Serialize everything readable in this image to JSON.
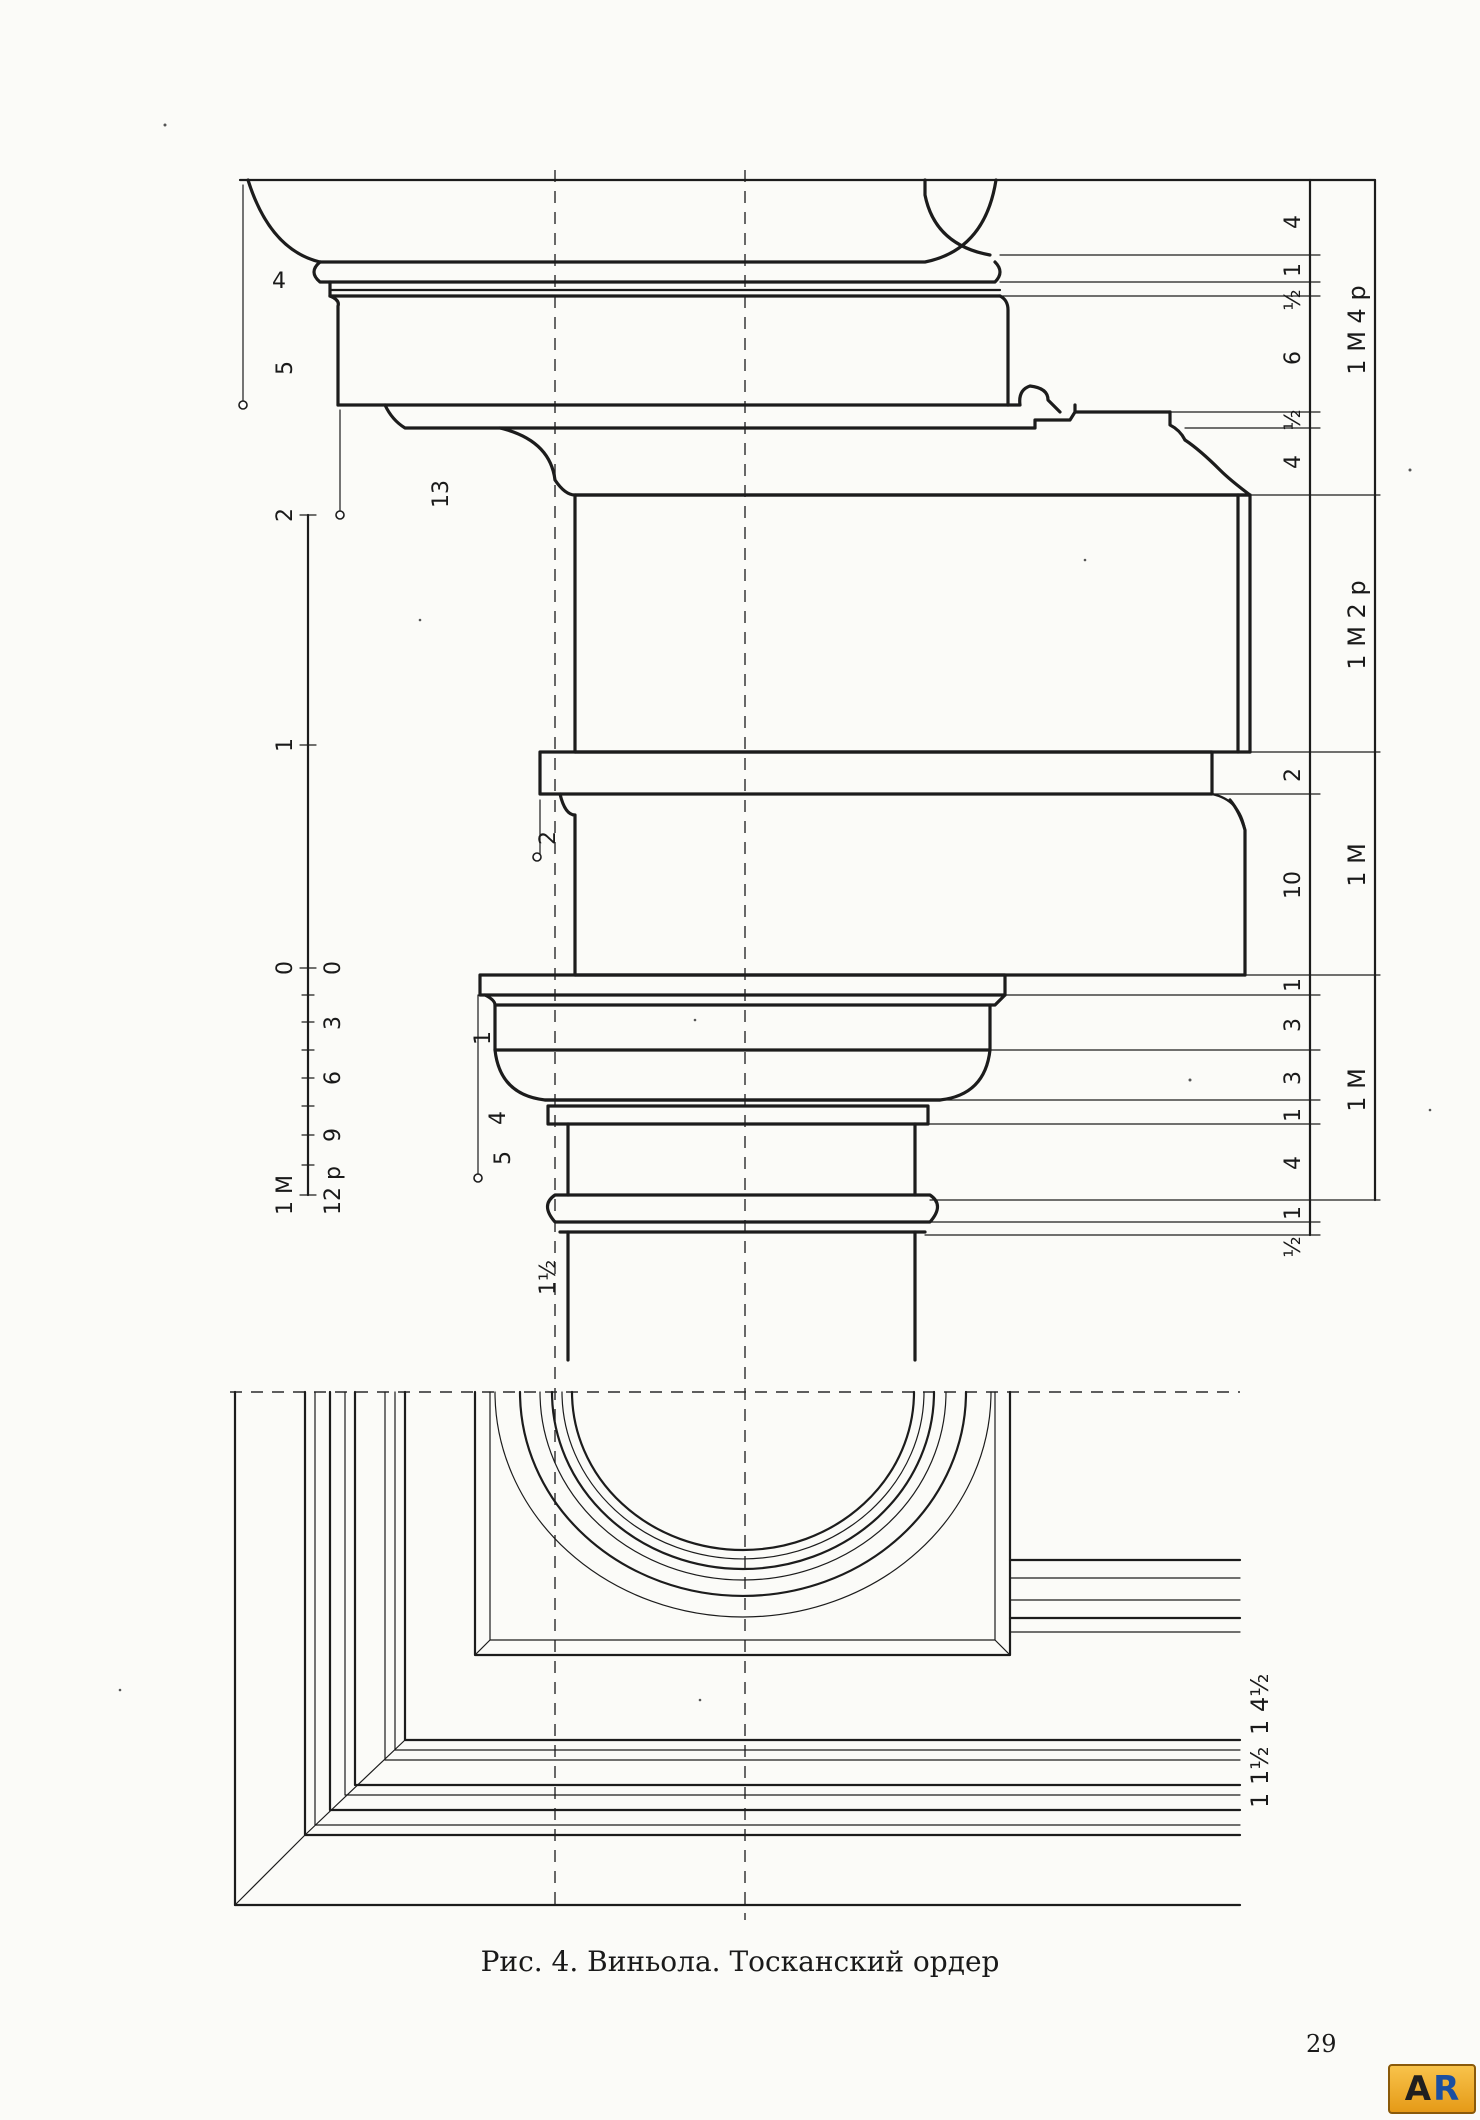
{
  "caption": "Рис. 4. Виньола. Тосканский ордер",
  "page_number": "29",
  "badge": {
    "left": "A",
    "right": "R"
  },
  "labels": {
    "right_sub": [
      {
        "id": "sub-4-top",
        "text": "4"
      },
      {
        "id": "sub-1-a",
        "text": "1"
      },
      {
        "id": "sub-half-a",
        "text": "½"
      },
      {
        "id": "sub-6",
        "text": "6"
      },
      {
        "id": "sub-half-b",
        "text": "½"
      },
      {
        "id": "sub-4-b",
        "text": "4"
      },
      {
        "id": "sub-2",
        "text": "2"
      },
      {
        "id": "sub-10",
        "text": "10"
      },
      {
        "id": "sub-1-b",
        "text": "1"
      },
      {
        "id": "sub-3-a",
        "text": "3"
      },
      {
        "id": "sub-3-b",
        "text": "3"
      },
      {
        "id": "sub-1-c",
        "text": "1"
      },
      {
        "id": "sub-4-c",
        "text": "4"
      },
      {
        "id": "sub-1-d",
        "text": "1"
      },
      {
        "id": "sub-half-c",
        "text": "½"
      }
    ],
    "right_main": [
      {
        "id": "main-1m4p",
        "text": "1 М 4 р"
      },
      {
        "id": "main-1m2p",
        "text": "1 М 2 р"
      },
      {
        "id": "main-1m-a",
        "text": "1 М"
      },
      {
        "id": "main-1m-b",
        "text": "1 М"
      }
    ],
    "left": [
      {
        "id": "left-4",
        "text": "4"
      },
      {
        "id": "left-5",
        "text": "5"
      },
      {
        "id": "left-13",
        "text": "13"
      },
      {
        "id": "left-2",
        "text": "2"
      },
      {
        "id": "left-1",
        "text": "1"
      },
      {
        "id": "left-4b",
        "text": "4"
      },
      {
        "id": "left-5b",
        "text": "5"
      },
      {
        "id": "left-1half",
        "text": "1½"
      }
    ],
    "scale": [
      {
        "id": "scale-2",
        "text": "2"
      },
      {
        "id": "scale-1",
        "text": "1"
      },
      {
        "id": "scale-0a",
        "text": "0"
      },
      {
        "id": "scale-0b",
        "text": "0"
      },
      {
        "id": "scale-3",
        "text": "3"
      },
      {
        "id": "scale-6",
        "text": "6"
      },
      {
        "id": "scale-9",
        "text": "9"
      },
      {
        "id": "scale-1m",
        "text": "1 М"
      },
      {
        "id": "scale-12p",
        "text": "12 р"
      }
    ],
    "plan": [
      {
        "id": "plan-1",
        "text": "1"
      },
      {
        "id": "plan-1half",
        "text": "1½"
      },
      {
        "id": "plan-1b",
        "text": "1"
      },
      {
        "id": "plan-4half",
        "text": "4½"
      }
    ]
  }
}
